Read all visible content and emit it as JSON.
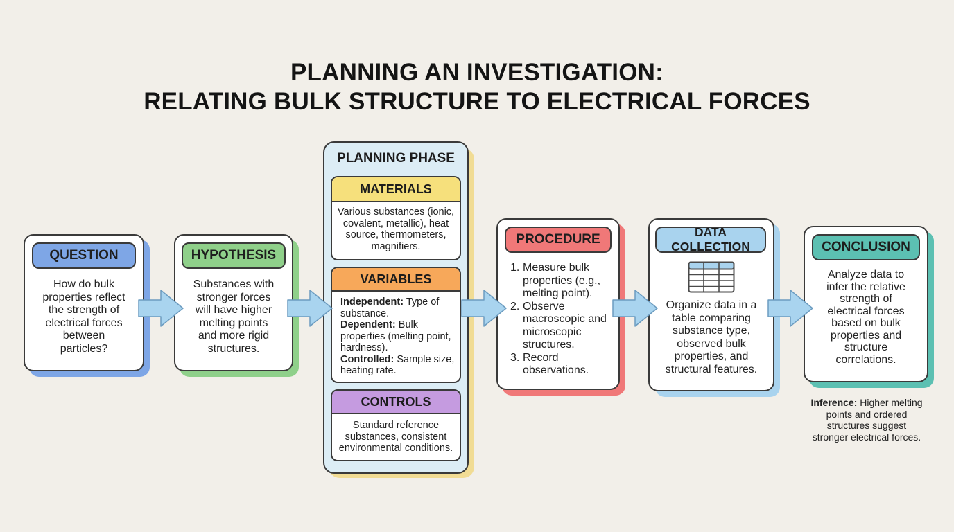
{
  "title": {
    "line1": "PLANNING AN INVESTIGATION:",
    "line2": "RELATING BULK STRUCTURE TO ELECTRICAL FORCES"
  },
  "question": {
    "heading": "QUESTION",
    "lines": [
      "How do bulk",
      "properties reflect",
      "the strength of",
      "electrical forces",
      "between",
      "particles?"
    ]
  },
  "hypothesis": {
    "heading": "HYPOTHESIS",
    "lines": [
      "Substances with",
      "stronger forces",
      "will have higher",
      "melting points",
      "and more rigid",
      "structures."
    ]
  },
  "planning": {
    "heading": "PLANNING PHASE",
    "materials": {
      "heading": "MATERIALS",
      "lines": [
        "Various substances (ionic,",
        "covalent, metallic), heat",
        "source, thermometers,",
        "magnifiers."
      ]
    },
    "variables": {
      "heading": "VARIABLES",
      "independent_label": "Independent:",
      "independent_text": "Type of",
      "independent_text2": "substance.",
      "dependent_label": "Dependent:",
      "dependent_text": "Bulk",
      "dependent_text2": "properties (melting point,",
      "dependent_text3": "hardness).",
      "controlled_label": "Controlled:",
      "controlled_text": "Sample size,",
      "controlled_text2": "heating rate."
    },
    "controls": {
      "heading": "CONTROLS",
      "lines": [
        "Standard reference",
        "substances, consistent",
        "environmental conditions."
      ]
    }
  },
  "procedure": {
    "heading": "PROCEDURE",
    "steps": [
      {
        "num": "1.",
        "lines": [
          "Measure bulk",
          "properties (e.g.,",
          "melting point)."
        ]
      },
      {
        "num": "2.",
        "lines": [
          "Observe",
          "macroscopic and",
          "microscopic",
          "structures."
        ]
      },
      {
        "num": "3.",
        "lines": [
          "Record",
          "observations."
        ]
      }
    ]
  },
  "data_collection": {
    "heading": "DATA COLLECTION",
    "icon": "table-icon",
    "lines": [
      "Organize data in a",
      "table comparing",
      "substance type,",
      "observed bulk",
      "properties, and",
      "structural features."
    ]
  },
  "conclusion": {
    "heading": "CONCLUSION",
    "lines": [
      "Analyze data to",
      "infer the relative",
      "strength of",
      "electrical forces",
      "based on bulk",
      "properties and",
      "structure",
      "correlations."
    ]
  },
  "inference": {
    "label": "Inference:",
    "line1": "Higher melting",
    "line2": "points and ordered",
    "line3": "structures suggest",
    "line4": "stronger electrical forces."
  },
  "colors": {
    "question": "#7ea6e6",
    "hypothesis": "#8fd08a",
    "materials": "#f6e07c",
    "variables": "#f7a85a",
    "controls": "#c59be0",
    "procedure": "#f07878",
    "data_collection": "#a9d3ee",
    "conclusion": "#5cc0b2",
    "arrow": "#a9d4ef"
  }
}
